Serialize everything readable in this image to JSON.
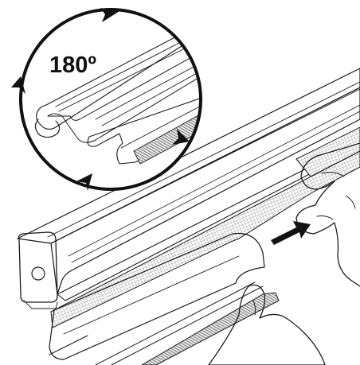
{
  "diagram": {
    "rotation_label": "180º",
    "colors": {
      "ink": "#1a1a1a",
      "brush": "#8a8a8a",
      "mesh": "#9a9a9a",
      "paper": "#ffffff"
    },
    "icons": {
      "detail_circle": "magnifier-detail",
      "rotation_arrows": "circular-arrow",
      "push_arrow": "arrow-right"
    }
  }
}
